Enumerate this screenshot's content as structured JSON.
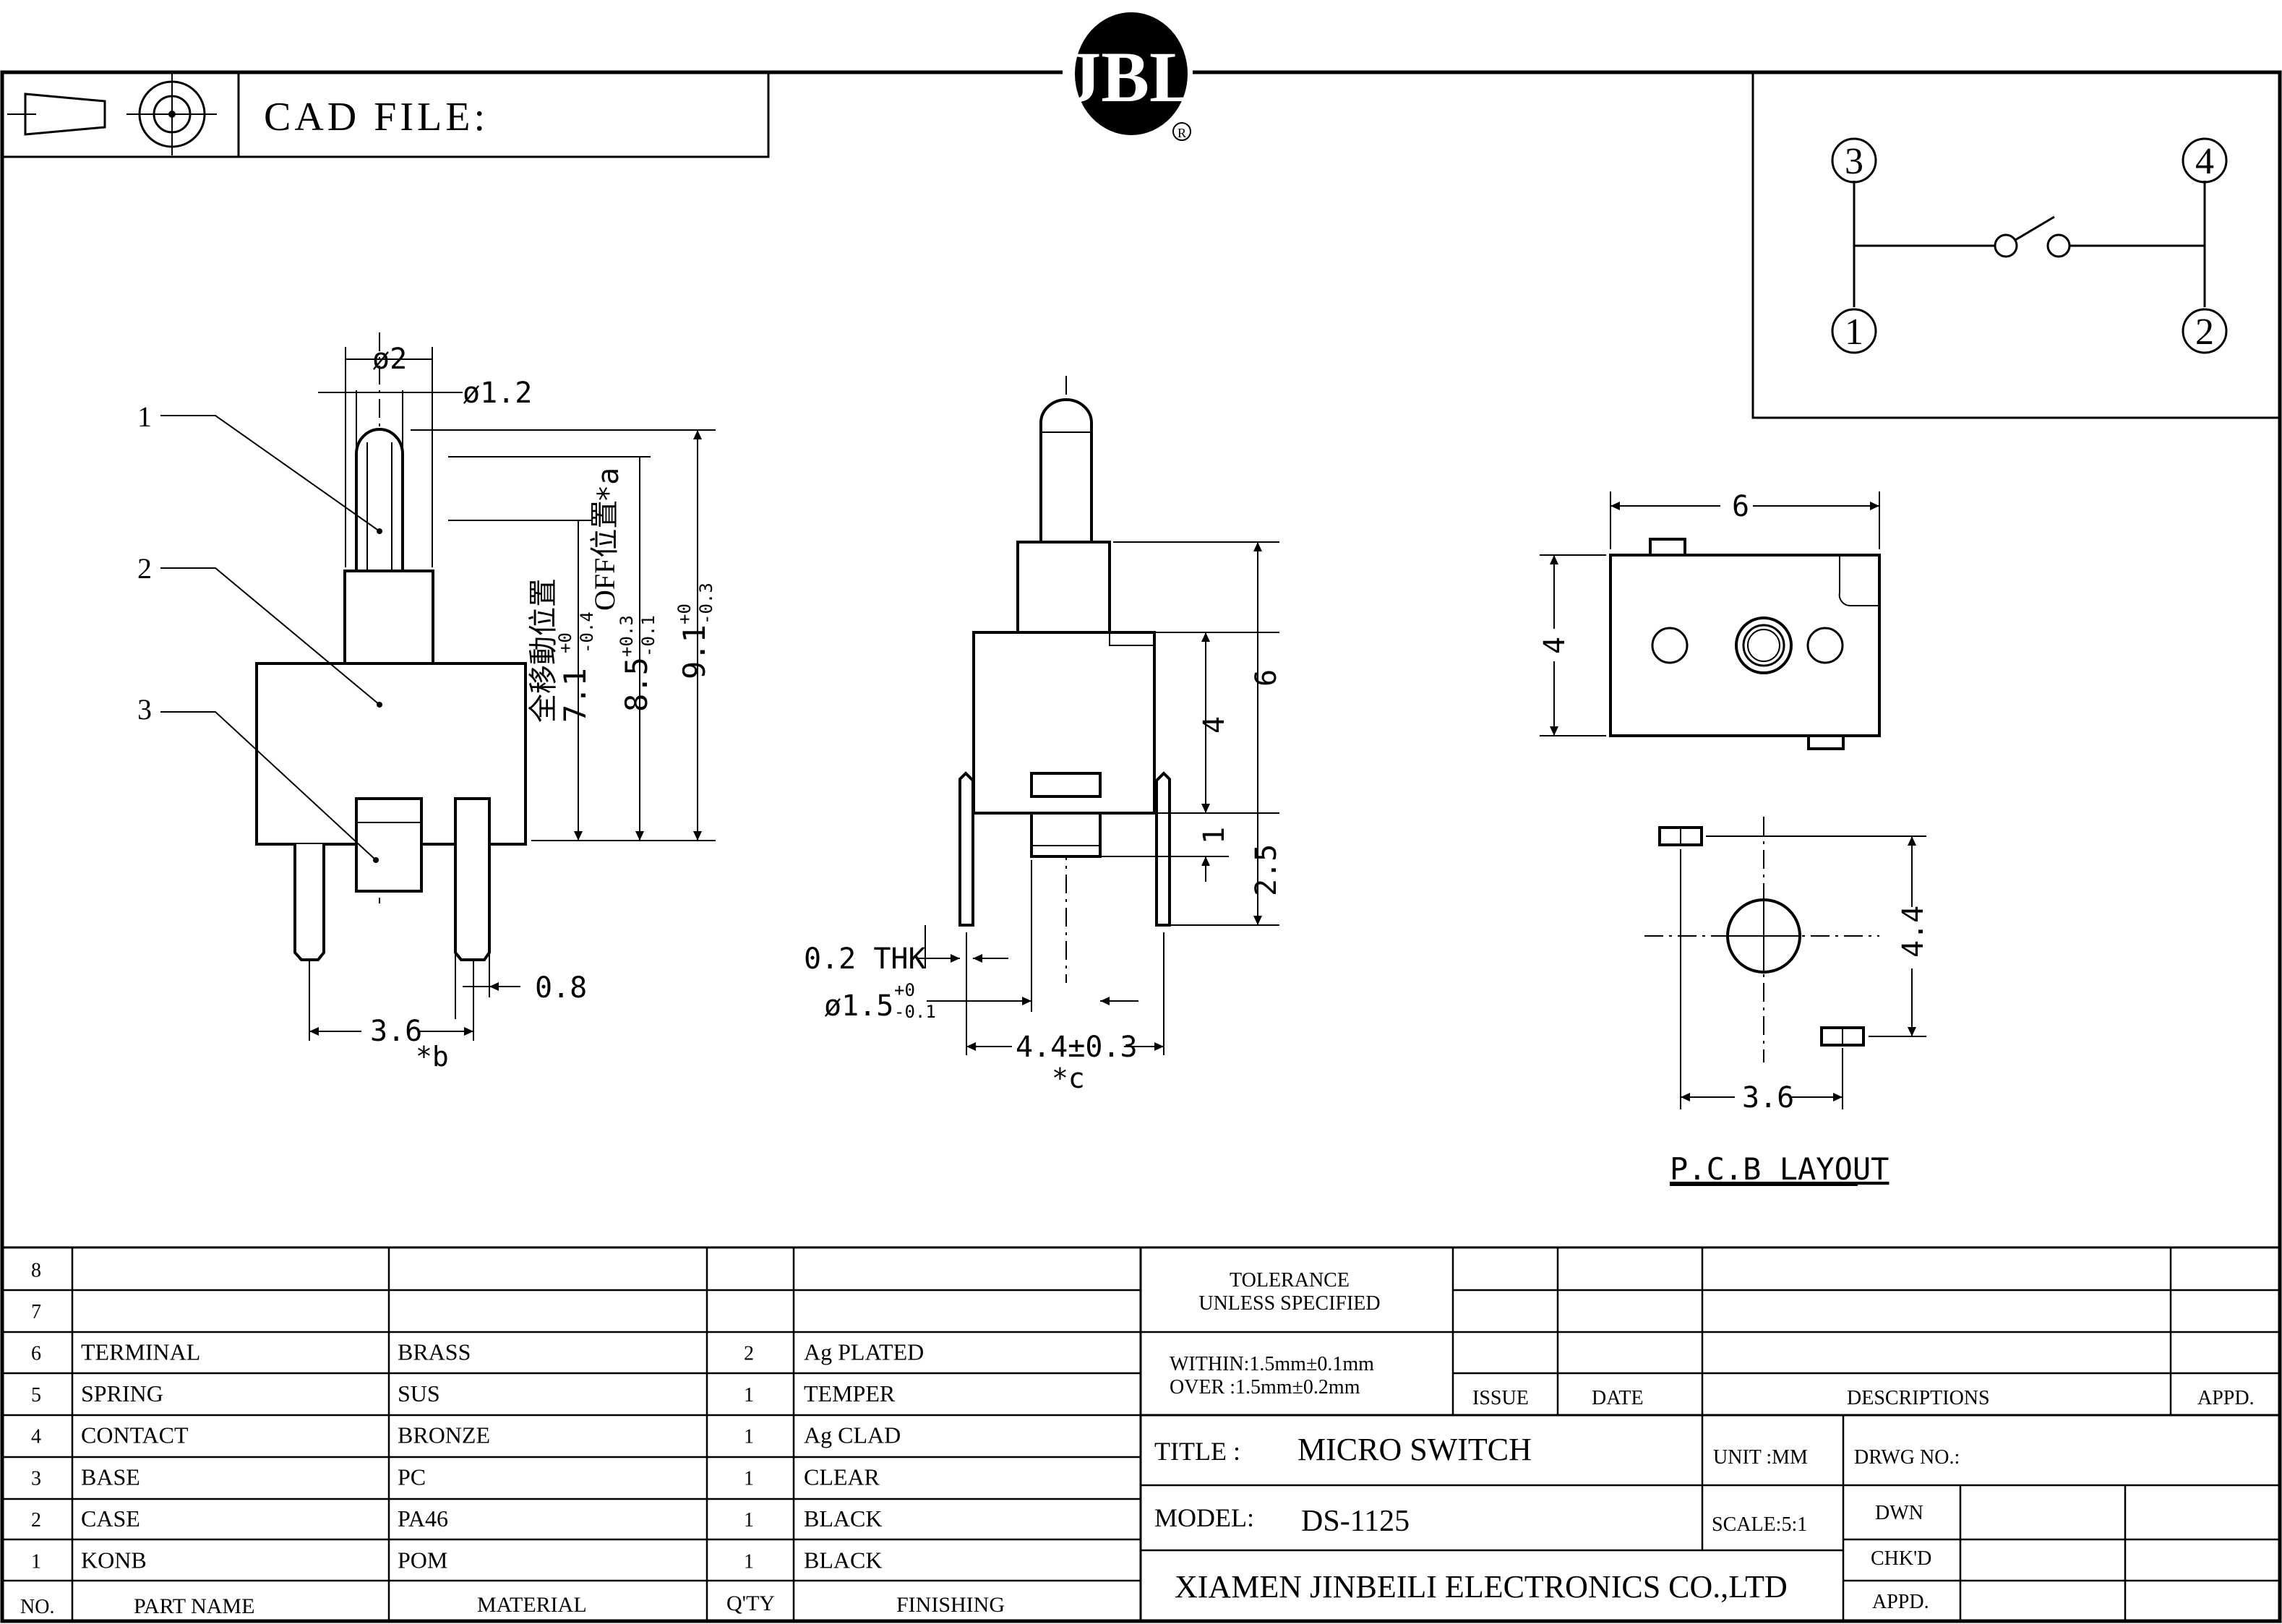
{
  "header": {
    "cad_label": "CAD FILE:",
    "logo_text": "JBL",
    "registered_mark": "R"
  },
  "schematic": {
    "pins": [
      "3",
      "4",
      "1",
      "2"
    ]
  },
  "drawing": {
    "side_view": {
      "callouts": [
        "1",
        "2",
        "3"
      ],
      "dims": {
        "d2": "ø2",
        "d12": "ø1.2",
        "full_travel": "全移動位置",
        "full_travel_value": "7.1",
        "full_travel_tol_top": "+0",
        "full_travel_tol_bot": "-0.4",
        "off_position": "OFF位置",
        "off_mark": "*a",
        "off_value": "8.5",
        "off_tol_top": "+0.3",
        "off_tol_bot": "-0.1",
        "total_value": "9.1",
        "total_tol_top": "+0",
        "total_tol_bot": "-0.3",
        "pin_width": "0.8",
        "pin_pitch": "3.6",
        "pitch_mark": "*b"
      }
    },
    "front_view": {
      "dims": {
        "h6": "6",
        "h4": "4",
        "h1": "1",
        "h25": "2.5",
        "thk": "0.2 THK",
        "d15": "ø1.5",
        "d15_tol_top": "+0",
        "d15_tol_bot": "-0.1",
        "width": "4.4±0.3",
        "width_mark": "*c"
      }
    },
    "top_view": {
      "dims": {
        "w6": "6",
        "h4": "4"
      }
    },
    "pcb_layout": {
      "dims": {
        "v44": "4.4",
        "h36": "3.6"
      },
      "title": "P.C.B LAYOUT"
    }
  },
  "bom": {
    "rows": [
      {
        "no": "8",
        "part": "",
        "material": "",
        "qty": "",
        "finishing": ""
      },
      {
        "no": "7",
        "part": "",
        "material": "",
        "qty": "",
        "finishing": ""
      },
      {
        "no": "6",
        "part": "TERMINAL",
        "material": "BRASS",
        "qty": "2",
        "finishing": "Ag PLATED"
      },
      {
        "no": "5",
        "part": "SPRING",
        "material": "SUS",
        "qty": "1",
        "finishing": "TEMPER"
      },
      {
        "no": "4",
        "part": "CONTACT",
        "material": "BRONZE",
        "qty": "1",
        "finishing": "Ag CLAD"
      },
      {
        "no": "3",
        "part": "BASE",
        "material": "PC",
        "qty": "1",
        "finishing": "CLEAR"
      },
      {
        "no": "2",
        "part": "CASE",
        "material": "PA46",
        "qty": "1",
        "finishing": "BLACK"
      },
      {
        "no": "1",
        "part": "KONB",
        "material": "POM",
        "qty": "1",
        "finishing": "BLACK"
      }
    ],
    "headers": {
      "no": "NO.",
      "part": "PART   NAME",
      "material": "MATERIAL",
      "qty": "Q'TY",
      "finishing": "FINISHING"
    }
  },
  "title_block": {
    "tolerance_line1": "TOLERANCE",
    "tolerance_line2": "UNLESS SPECIFIED",
    "within": "WITHIN:1.5mm±0.1mm",
    "over": "OVER   :1.5mm±0.2mm",
    "issue": "ISSUE",
    "date": "DATE",
    "descriptions": "DESCRIPTIONS",
    "appd_col": "APPD.",
    "title_label": "TITLE   :",
    "title_value": "MICRO SWITCH",
    "unit": "UNIT :MM",
    "drwg_no": "DRWG  NO.:",
    "model_label": "MODEL:",
    "model_value": "DS-1125",
    "scale": "SCALE:5:1",
    "dwn": "DWN",
    "chkd": "CHK'D",
    "appd": "APPD.",
    "company": "XIAMEN JINBEILI ELECTRONICS CO.,LTD"
  }
}
